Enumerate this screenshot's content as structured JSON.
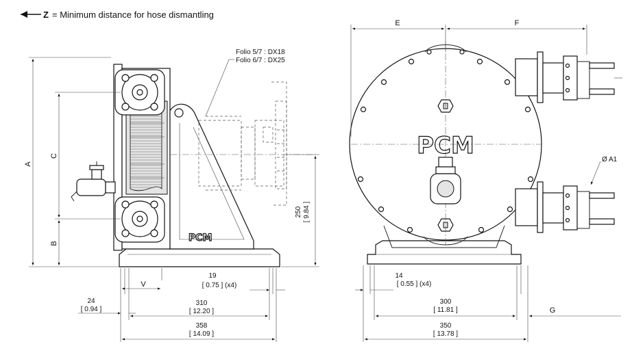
{
  "legend": {
    "z_letter": "Z",
    "z_text": "= Minimum distance for hose dismantling"
  },
  "callout": {
    "line1": "Folio 5/7 : DX18",
    "line2": "Folio 6/7 : DX25"
  },
  "brand": "PCM",
  "side_view": {
    "labels": {
      "A": "A",
      "B": "B",
      "C": "C",
      "V": "V"
    },
    "dim_250": {
      "mm": "250",
      "in": "[ 9.84 ]"
    },
    "dim_19": {
      "mm": "19",
      "in": "[ 0.75 ] (x4)"
    },
    "dim_24": {
      "mm": "24",
      "in": "[ 0.94 ]"
    },
    "dim_310": {
      "mm": "310",
      "in": "[ 12.20 ]"
    },
    "dim_358": {
      "mm": "358",
      "in": "[ 14.09 ]"
    }
  },
  "front_view": {
    "labels": {
      "E": "E",
      "F": "F",
      "G": "G",
      "A1": "Ø A1"
    },
    "dim_14": {
      "mm": "14",
      "in": "[ 0.55 ] (x4)"
    },
    "dim_300": {
      "mm": "300",
      "in": "[ 11.81 ]"
    },
    "dim_350": {
      "mm": "350",
      "in": "[ 13.78 ]"
    }
  }
}
